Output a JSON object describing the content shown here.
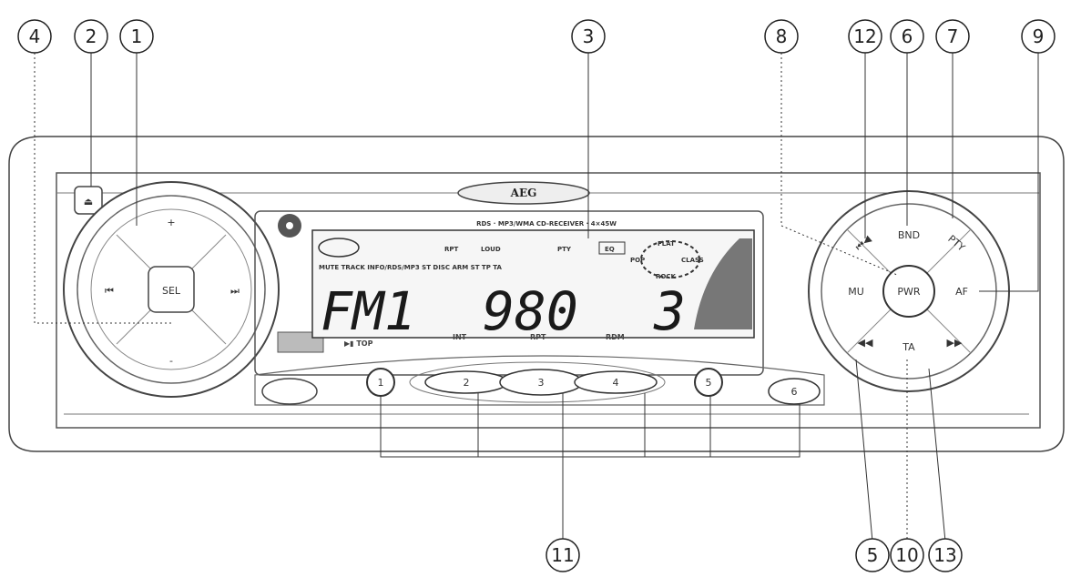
{
  "callouts": [
    "4",
    "2",
    "1",
    "3",
    "8",
    "12",
    "6",
    "7",
    "9",
    "11",
    "5",
    "10",
    "13"
  ],
  "brand": "AEG",
  "model_strip": "RDS · MP3/WMA CD-RECEIVER · 4×45W",
  "left_pad": {
    "up": "+",
    "down": "-",
    "prev": "⏮",
    "next": "⏭",
    "center": "SEL"
  },
  "top_left_key": "⏏",
  "lcd": {
    "band": "FM1",
    "freq": "980",
    "preset": "3",
    "indicators": [
      "RPT",
      "LOUD",
      "PTY",
      "EQ"
    ],
    "status_row": "MUTE TRACK INFO/RDS/MP3 ST DISC ARM ST TP TA",
    "eq_modes": [
      "FLAT",
      "POP",
      "CLASS",
      "ROCK"
    ]
  },
  "below_lcd": [
    "▶▮ TOP",
    "INT",
    "RPT",
    "RDM"
  ],
  "presets": [
    "1",
    "2",
    "3",
    "4",
    "5",
    "6"
  ],
  "right_pad": {
    "top_left": "⏮◀",
    "top_right": "PTY",
    "band": "BND",
    "left": "MU",
    "center": "PWR",
    "right": "AF",
    "ta": "TA",
    "bottom_left": "◀◀",
    "bottom_right": "▶▶"
  }
}
